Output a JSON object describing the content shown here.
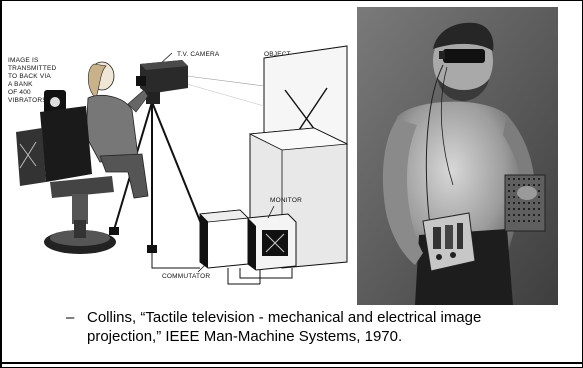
{
  "diagram": {
    "labels": {
      "image_note": [
        "IMAGE IS",
        "TRANSMITTED",
        "TO BACK VIA",
        "A BANK",
        "OF 400",
        "VIBRATORS"
      ],
      "camera": "T.V. CAMERA",
      "object": "OBJECT",
      "monitor": "MONITOR",
      "commutator": "COMMUTATOR"
    }
  },
  "caption": {
    "dash": "–",
    "text": "Collins, “Tactile television - mechanical and electrical image projection,” IEEE Man-Machine Systems, 1970."
  }
}
